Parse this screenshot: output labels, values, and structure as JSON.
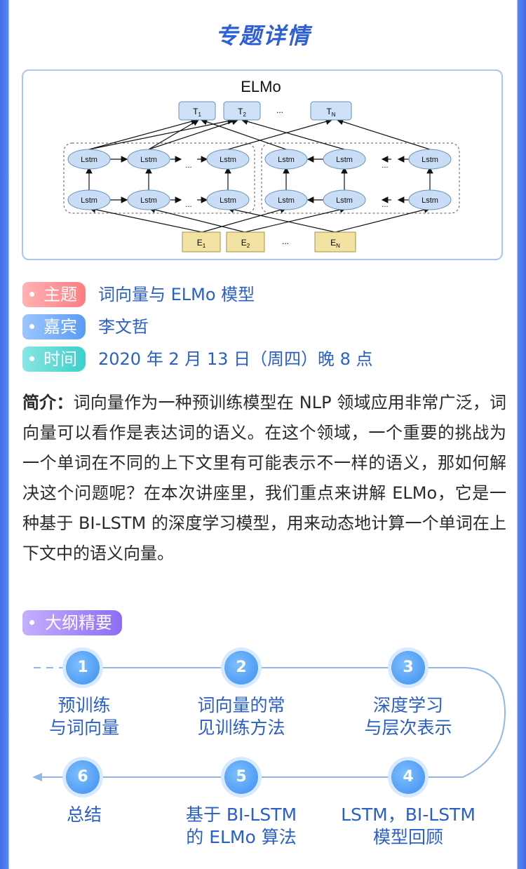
{
  "header": {
    "title": "专题详情"
  },
  "figure": {
    "title": "ELMo",
    "lstm_label": "Lstm",
    "ellipsis": "...",
    "outputs": [
      {
        "main": "T",
        "sub": "1"
      },
      {
        "main": "T",
        "sub": "2"
      },
      {
        "main": "T",
        "sub": "N"
      }
    ],
    "inputs": [
      {
        "main": "E",
        "sub": "1"
      },
      {
        "main": "E",
        "sub": "2"
      },
      {
        "main": "E",
        "sub": "N"
      }
    ]
  },
  "info": {
    "topic": {
      "tag": "主题",
      "value": "词向量与 ELMo 模型"
    },
    "guest": {
      "tag": "嘉宾",
      "value": "李文哲"
    },
    "time": {
      "tag": "时间",
      "value": "2020 年 2 月 13 日（周四）晚 8 点"
    }
  },
  "intro": {
    "label": "简介：",
    "text": "词向量作为一种预训练模型在 NLP 领域应用非常广泛，词向量可以看作是表达词的语义。在这个领域，一个重要的挑战为一个单词在不同的上下文里有可能表示不一样的语义，那如何解决这个问题呢？在本次讲座里，我们重点来讲解 ELMo，它是一种基于 BI-LSTM 的深度学习模型，用来动态地计算一个单词在上下文中的语义向量。"
  },
  "outline": {
    "tag": "大纲精要",
    "steps": [
      {
        "num": "1",
        "line1": "预训练",
        "line2": "与词向量"
      },
      {
        "num": "2",
        "line1": "词向量的常",
        "line2": "见训练方法"
      },
      {
        "num": "3",
        "line1": "深度学习",
        "line2": "与层次表示"
      },
      {
        "num": "4",
        "line1": "LSTM，BI-LSTM",
        "line2": "模型回顾"
      },
      {
        "num": "5",
        "line1": "基于 BI-LSTM",
        "line2": "的 ELMo 算法"
      },
      {
        "num": "6",
        "line1": "总结",
        "line2": ""
      }
    ]
  },
  "colors": {
    "accent_blue": "#2f5fd8",
    "text_blue": "#2a5fc8",
    "tag_red": "#ff7d82",
    "tag_blue": "#5b9bf5",
    "tag_teal": "#3dcfcb",
    "tag_purple": "#8d6cf4"
  }
}
